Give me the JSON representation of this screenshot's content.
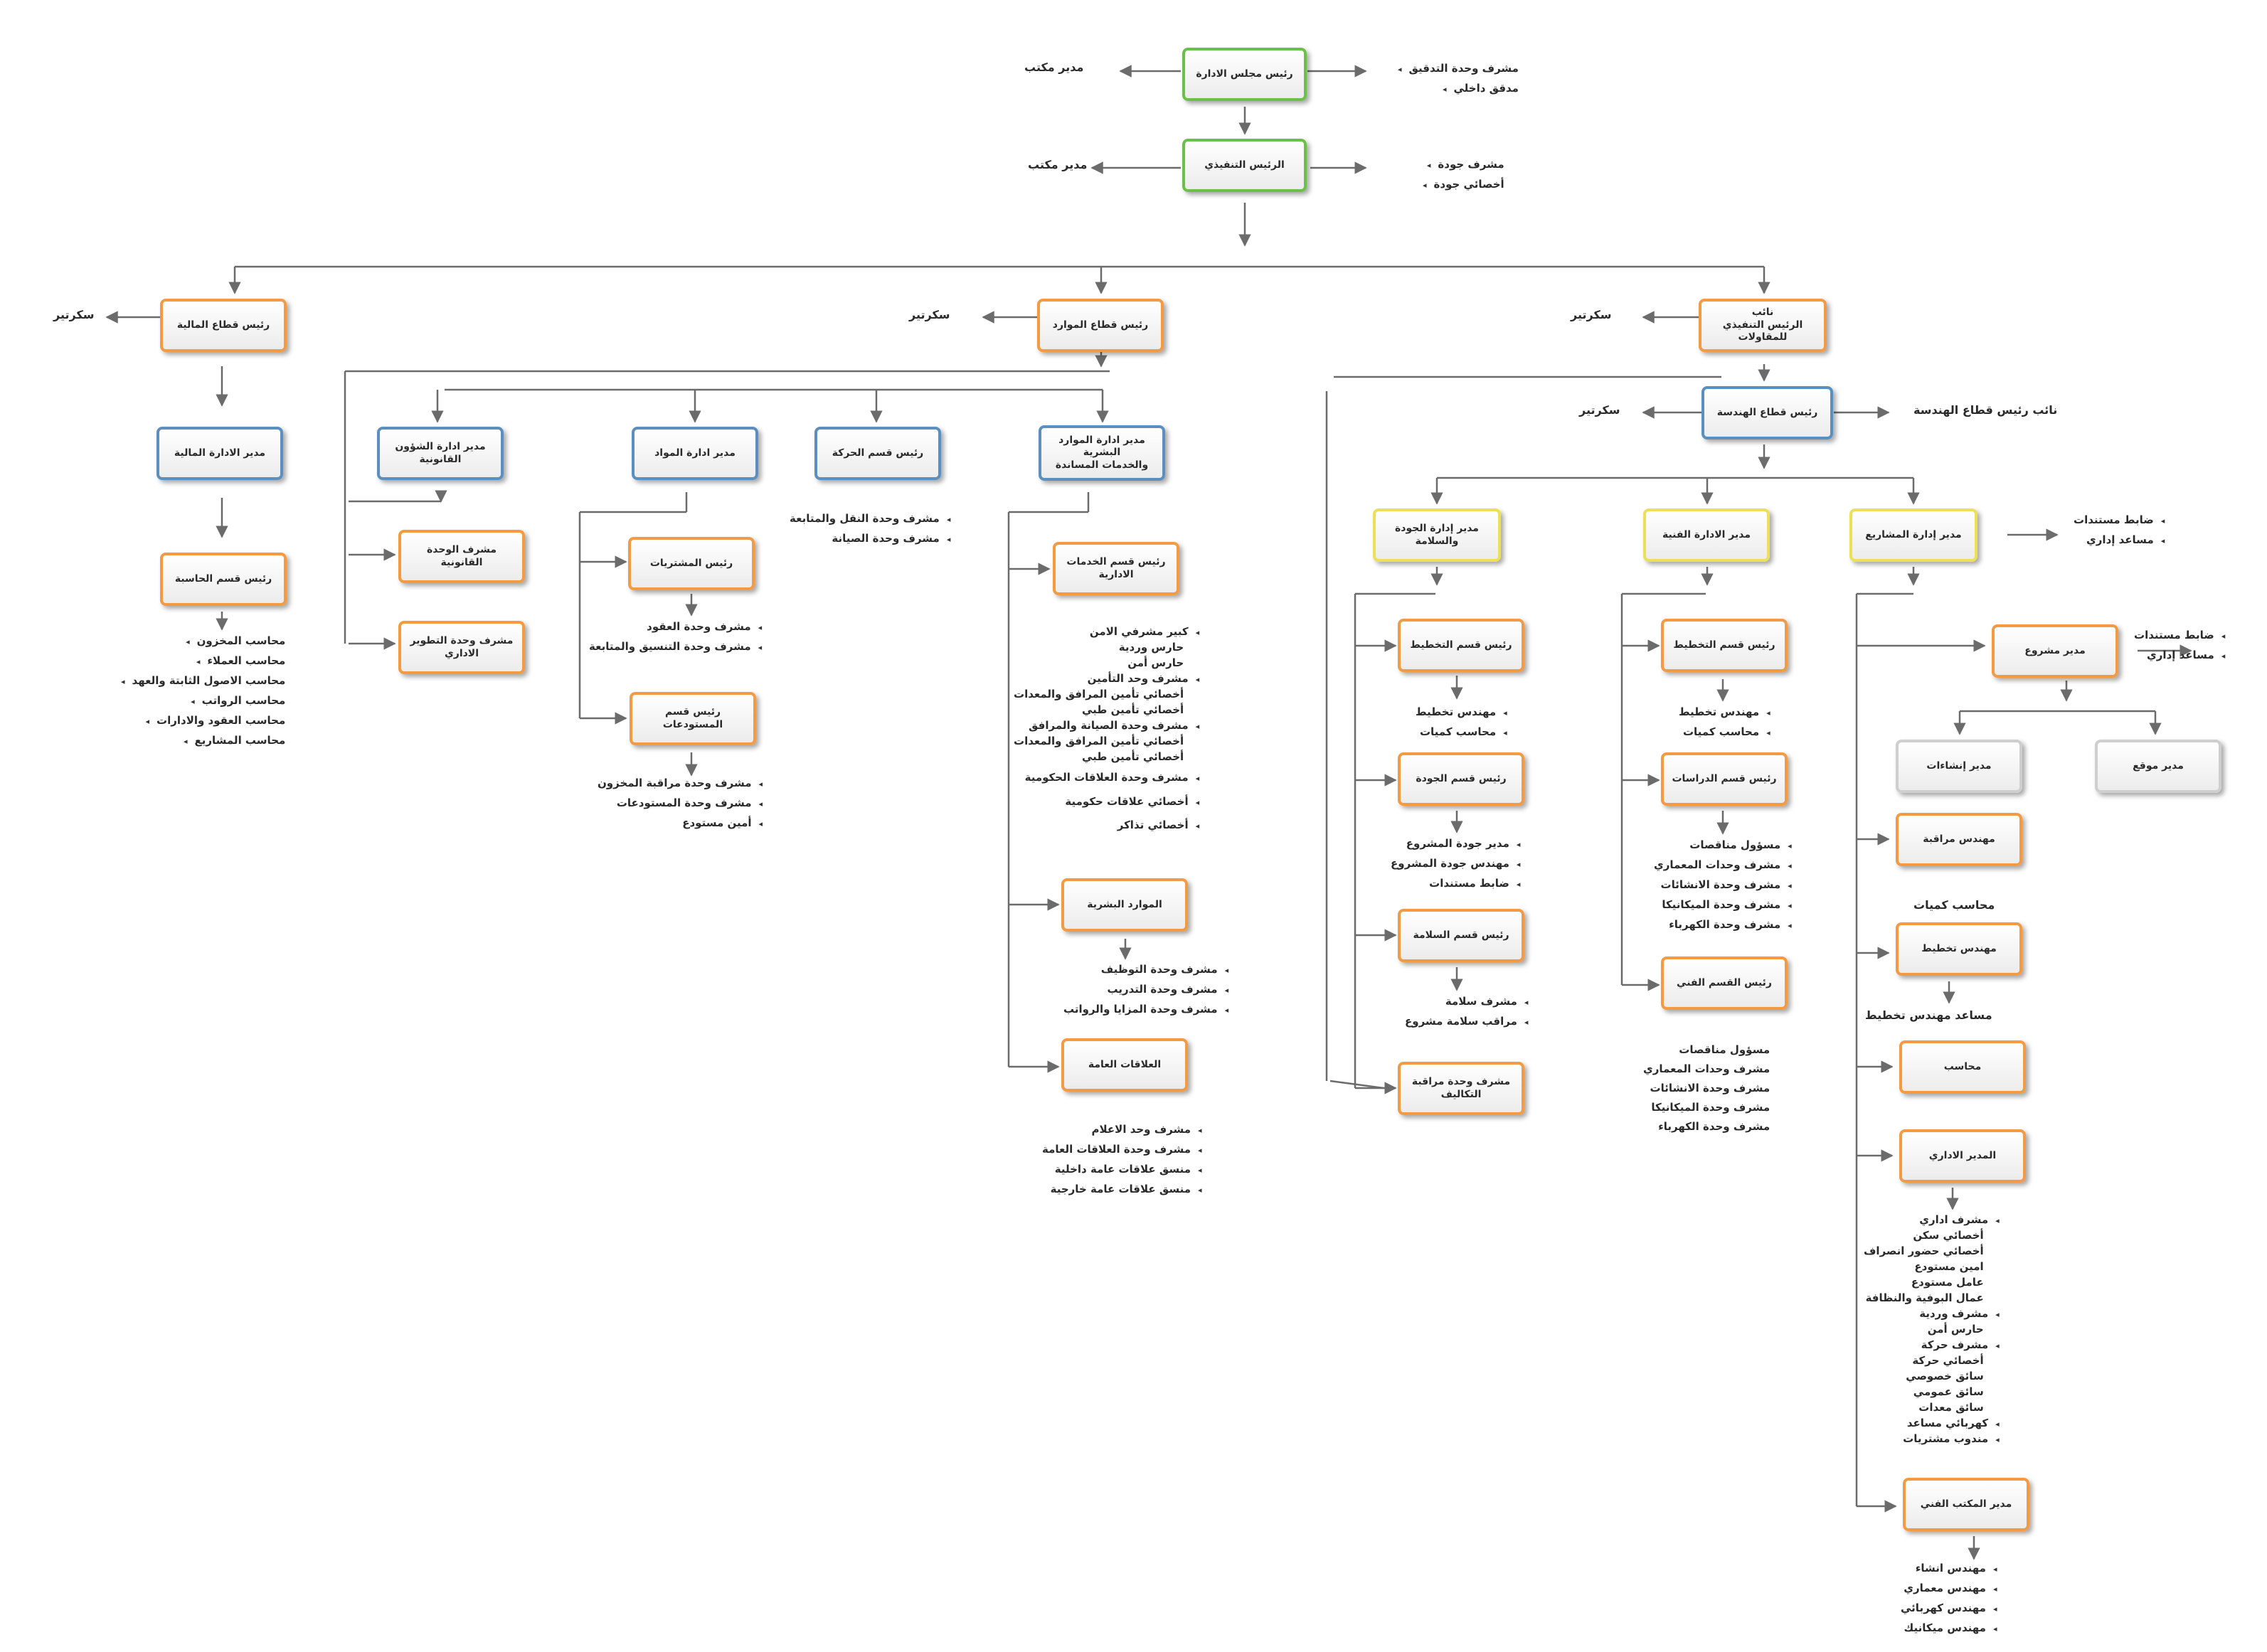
{
  "nodes": {
    "board_chair": "رئيس مجلس الادارة",
    "ceo": "الرئيس التنفيذي",
    "finance_sector": "رئيس قطاع المالية",
    "resources_sector": "رئيس قطاع الموارد",
    "deputy_ceo": "نائب\nالرئيس التنفيذي للمقاولات",
    "finance_mgr": "مدير الادارة المالية",
    "accounting_head": "رئيس قسم الحاسبة",
    "legal_mgr": "مدير ادارة الشؤون القانونية",
    "legal_unit": "مشرف الوحدة القانونية",
    "admin_dev_unit": "مشرف وحدة التطوير\nالاداري",
    "materials_mgr": "مدير ادارة المواد",
    "purchasing_head": "رئيس المشتريات",
    "warehouses_head": "رئيس قسم المستودعات",
    "movement_head": "رئيس قسم الحركة",
    "hr_mgr": "مدير ادارة الموارد البشرية\nوالخدمات المساندة",
    "admin_services_head": "رئيس قسم الخدمات\nالادارية",
    "hr": "الموارد البشرية",
    "public_relations": "العلاقات العامة",
    "engineering_sector": "رئيس قطاع الهندسة",
    "quality_safety_mgr": "مدير إدارة الجودة والسلامة",
    "technical_mgr": "مدير الادارة الفنية",
    "projects_mgr": "مدير إدارة المشاريع",
    "qs_planning_head": "رئيس قسم التخطيط",
    "qs_quality_head": "رئيس قسم الجودة",
    "qs_safety_head": "رئيس قسم السلامة",
    "cost_control": "مشرف وحدة مراقبة\nالتكاليف",
    "tech_planning_head": "رئيس قسم التخطيط",
    "tech_studies_head": "رئيس قسم الدراسات",
    "tech_section_head": "رئيس القسم الفني",
    "project_mgr": "مدير مشروع",
    "site_mgr": "مدير موقع",
    "construction_mgr": "مدير إنشاءات",
    "supervision_eng": "مهندس مراقبة",
    "planning_eng": "مهندس تخطيط",
    "accountant": "محاسب",
    "admin_mgr": "المدير الاداري",
    "tech_office_mgr": "مدير المكتب الفني"
  },
  "labels": {
    "office_mgr_1": "مدير مكتب",
    "office_mgr_2": "مدير مكتب",
    "secretary_finance": "سكرتير",
    "secretary_resources": "سكرتير",
    "secretary_deputy": "سكرتير",
    "secretary_engineering": "سكرتير",
    "deputy_engineering": "نائب رئيس قطاع الهندسة",
    "quantity_accountant": "محاسب كميات",
    "assistant_planning_eng": "مساعد مهندس تخطيط"
  },
  "lists": {
    "audit": [
      "مشرف وحدة التدقيق",
      "مدقق داخلي"
    ],
    "quality": [
      "مشرف جودة",
      "أخصائي جودة"
    ],
    "accounting": [
      "محاسب المخزون",
      "محاسب العملاء",
      "محاسب الاصول الثابتة والعهد",
      "محاسب الرواتب",
      "محاسب العقود والادارات",
      "محاسب المشاريع"
    ],
    "purchasing": [
      "مشرف وحدة العقود",
      "مشرف وحدة التنسيق والمتابعة"
    ],
    "warehouses": [
      "مشرف وحدة مراقبة المخزون",
      "مشرف وحدة المستودعات",
      "أمين مستودع"
    ],
    "movement": [
      "مشرف وحدة النقل والمتابعة",
      "مشرف وحدة الصيانة"
    ],
    "admin_services": [
      "كبير مشرفي الامن",
      "حارس وردية",
      "حارس أمن",
      "مشرف وحد التأمين",
      "أخصائي تأمين المرافق والمعدات",
      "أخصائي تأمين طبي",
      "مشرف وحدة الصيانة والمرافق",
      "أخصائي تأمين المرافق والمعدات",
      "أخصائي تأمين طبي",
      "مشرف وحدة العلاقات الحكومية",
      "أخصائي علاقات حكومية",
      "أخصائي تذاكر"
    ],
    "hr": [
      "مشرف وحدة التوظيف",
      "مشرف وحدة التدريب",
      "مشرف وحدة المزايا والرواتب"
    ],
    "public_relations": [
      "مشرف وحد الاعلام",
      "مشرف وحدة العلاقات العامة",
      "منسق علاقات عامة داخلية",
      "منسق علاقات عامة خارجية"
    ],
    "projects_mgr_side": [
      "ضابط مستندات",
      "مساعد إداري"
    ],
    "project_mgr_side": [
      "ضابط مستندات",
      "مساعد إداري"
    ],
    "qs_planning": [
      "مهندس تخطيط",
      "محاسب كميات"
    ],
    "qs_quality": [
      "مدير جودة المشروع",
      "مهندس جودة المشروع",
      "ضابط مستندات"
    ],
    "qs_safety": [
      "مشرف سلامة",
      "مراقب سلامة مشروع"
    ],
    "tech_planning": [
      "مهندس تخطيط",
      "محاسب كميات"
    ],
    "tech_studies": [
      "مسؤول مناقصات",
      "مشرف وحدات المعماري",
      "مشرف وحدة الانشائات",
      "مشرف وحدة الميكانيكا",
      "مشرف وحدة الكهرباء"
    ],
    "tech_section": [
      "مسؤول مناقصات",
      "مشرف وحدات المعماري",
      "مشرف وحدة الانشائات",
      "مشرف وحدة الميكانيكا",
      "مشرف وحدة الكهرباء"
    ],
    "admin_mgr": [
      "مشرف اداري",
      "أخصائي سكن",
      "أخصائي حضور انصراف",
      "امين مستودع",
      "عامل مستودع",
      "عمال البوفية والنظافة",
      "مشرف وردية",
      "حارس أمن",
      "مشرف حركة",
      "أخصائي حركة",
      "سائق خصوصي",
      "سائق عمومي",
      "سائق معدات",
      "كهربائي مساعد",
      "مندوب مشتريات"
    ],
    "tech_office": [
      "مهندس انشاء",
      "مهندس معماري",
      "مهندس كهربائي",
      "مهندس ميكانيك"
    ]
  }
}
